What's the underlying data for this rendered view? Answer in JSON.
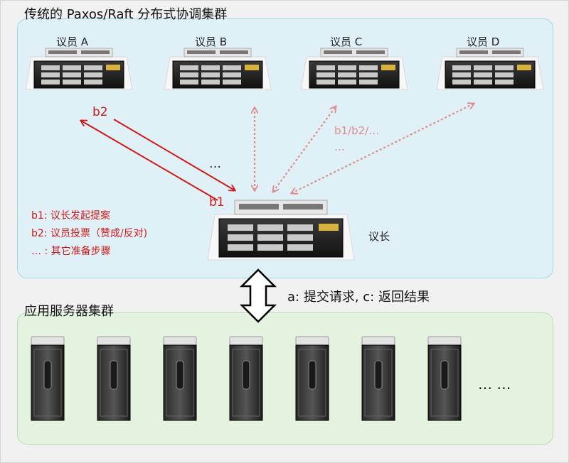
{
  "cluster": {
    "title": "传统的 Paxos/Raft 分布式协调集群",
    "members": [
      {
        "label": "议员 A"
      },
      {
        "label": "议员 B"
      },
      {
        "label": "议员 C"
      },
      {
        "label": "议员 D"
      }
    ],
    "leader_label": "议长"
  },
  "flows": {
    "b2_label": "b2",
    "b1_label": "b1",
    "ellipsis": "…",
    "dotted_label_line1": "b1/b2/…",
    "dotted_label_line2": "…"
  },
  "legend": {
    "items": [
      "b1: 议长发起提案",
      "b2: 议员投票（赞成/反对)",
      "… : 其它准备步骤"
    ]
  },
  "request": {
    "label": "a: 提交请求, c: 返回结果"
  },
  "app_cluster": {
    "title": "应用服务器集群",
    "server_count": 7,
    "more": "…  …"
  },
  "colors": {
    "accent_red": "#d01818",
    "dotted_red": "#e08a8a",
    "top_panel": "#dff1f7",
    "bottom_panel": "#e4f3df"
  }
}
